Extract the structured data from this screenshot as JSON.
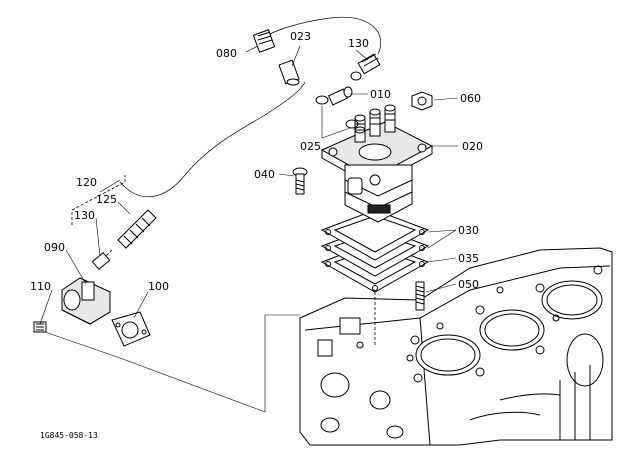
{
  "callouts": {
    "c010": "010",
    "c020": "020",
    "c023": "023",
    "c025": "025",
    "c030": "030",
    "c035": "035",
    "c040": "040",
    "c050": "050",
    "c060": "060",
    "c080": "080",
    "c090": "090",
    "c100": "100",
    "c110": "110",
    "c120": "120",
    "c125": "125",
    "c130a": "130",
    "c130b": "130"
  },
  "figure_code": "1G845-058-13"
}
